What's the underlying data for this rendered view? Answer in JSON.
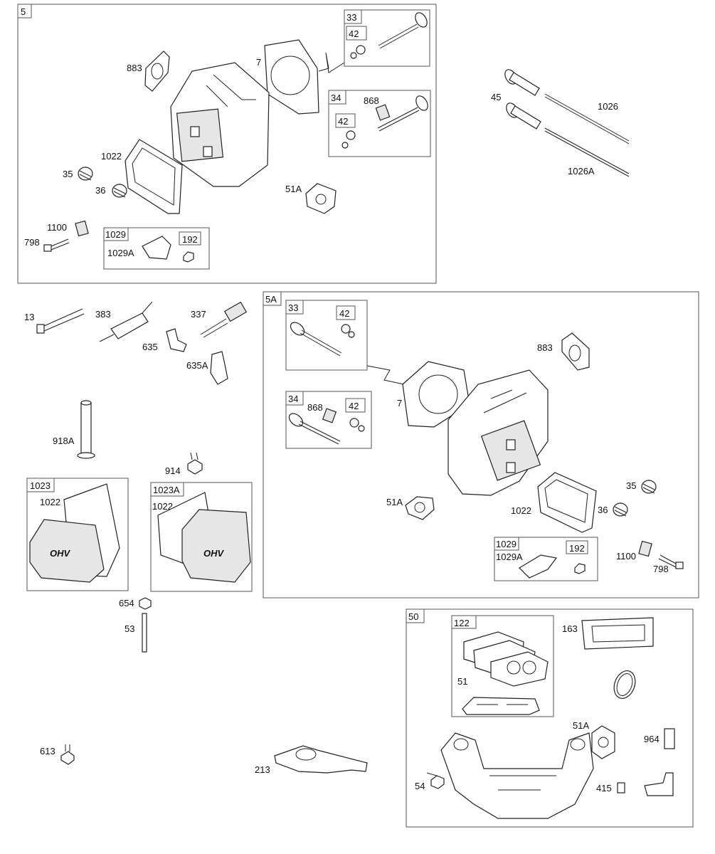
{
  "callouts": {
    "g5": "5",
    "g5a": "5A",
    "g50": "50",
    "g33": "33",
    "g42": "42",
    "g34": "34",
    "g1029": "1029",
    "g192": "192",
    "g1023": "1023",
    "g1023a": "1023A",
    "g122": "122"
  },
  "labels": {
    "p883": "883",
    "p7": "7",
    "p868": "868",
    "p1022": "1022",
    "p35": "35",
    "p36": "36",
    "p51a": "51A",
    "p1100": "1100",
    "p798": "798",
    "p1029a": "1029A",
    "p45": "45",
    "p1026": "1026",
    "p1026a": "1026A",
    "p13": "13",
    "p383": "383",
    "p337": "337",
    "p635": "635",
    "p635a": "635A",
    "p918a": "918A",
    "p914": "914",
    "p654": "654",
    "p53": "53",
    "p613": "613",
    "p213": "213",
    "p163": "163",
    "p51": "51",
    "p964": "964",
    "p54": "54",
    "p415": "415"
  },
  "markings": {
    "ohv": "OHV"
  }
}
